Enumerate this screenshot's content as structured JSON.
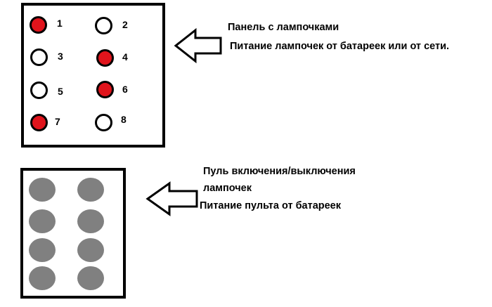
{
  "colors": {
    "lamp_on": "#e0141c",
    "lamp_off": "#ffffff",
    "button": "#808080"
  },
  "lamp_panel": {
    "lamps": [
      {
        "number": "1",
        "state": "on"
      },
      {
        "number": "2",
        "state": "off"
      },
      {
        "number": "3",
        "state": "off"
      },
      {
        "number": "4",
        "state": "on"
      },
      {
        "number": "5",
        "state": "off"
      },
      {
        "number": "6",
        "state": "on"
      },
      {
        "number": "7",
        "state": "on"
      },
      {
        "number": "8",
        "state": "off"
      }
    ]
  },
  "remote_panel": {
    "button_count": 8
  },
  "labels": {
    "lamp_panel_title": "Панель с лампочками",
    "lamp_panel_power": "Питание лампочек от батареек или от сети.",
    "remote_title_line1": "Пуль включения/выключения",
    "remote_title_line2": "лампочек",
    "remote_power": "Питание пульта от батареек"
  }
}
